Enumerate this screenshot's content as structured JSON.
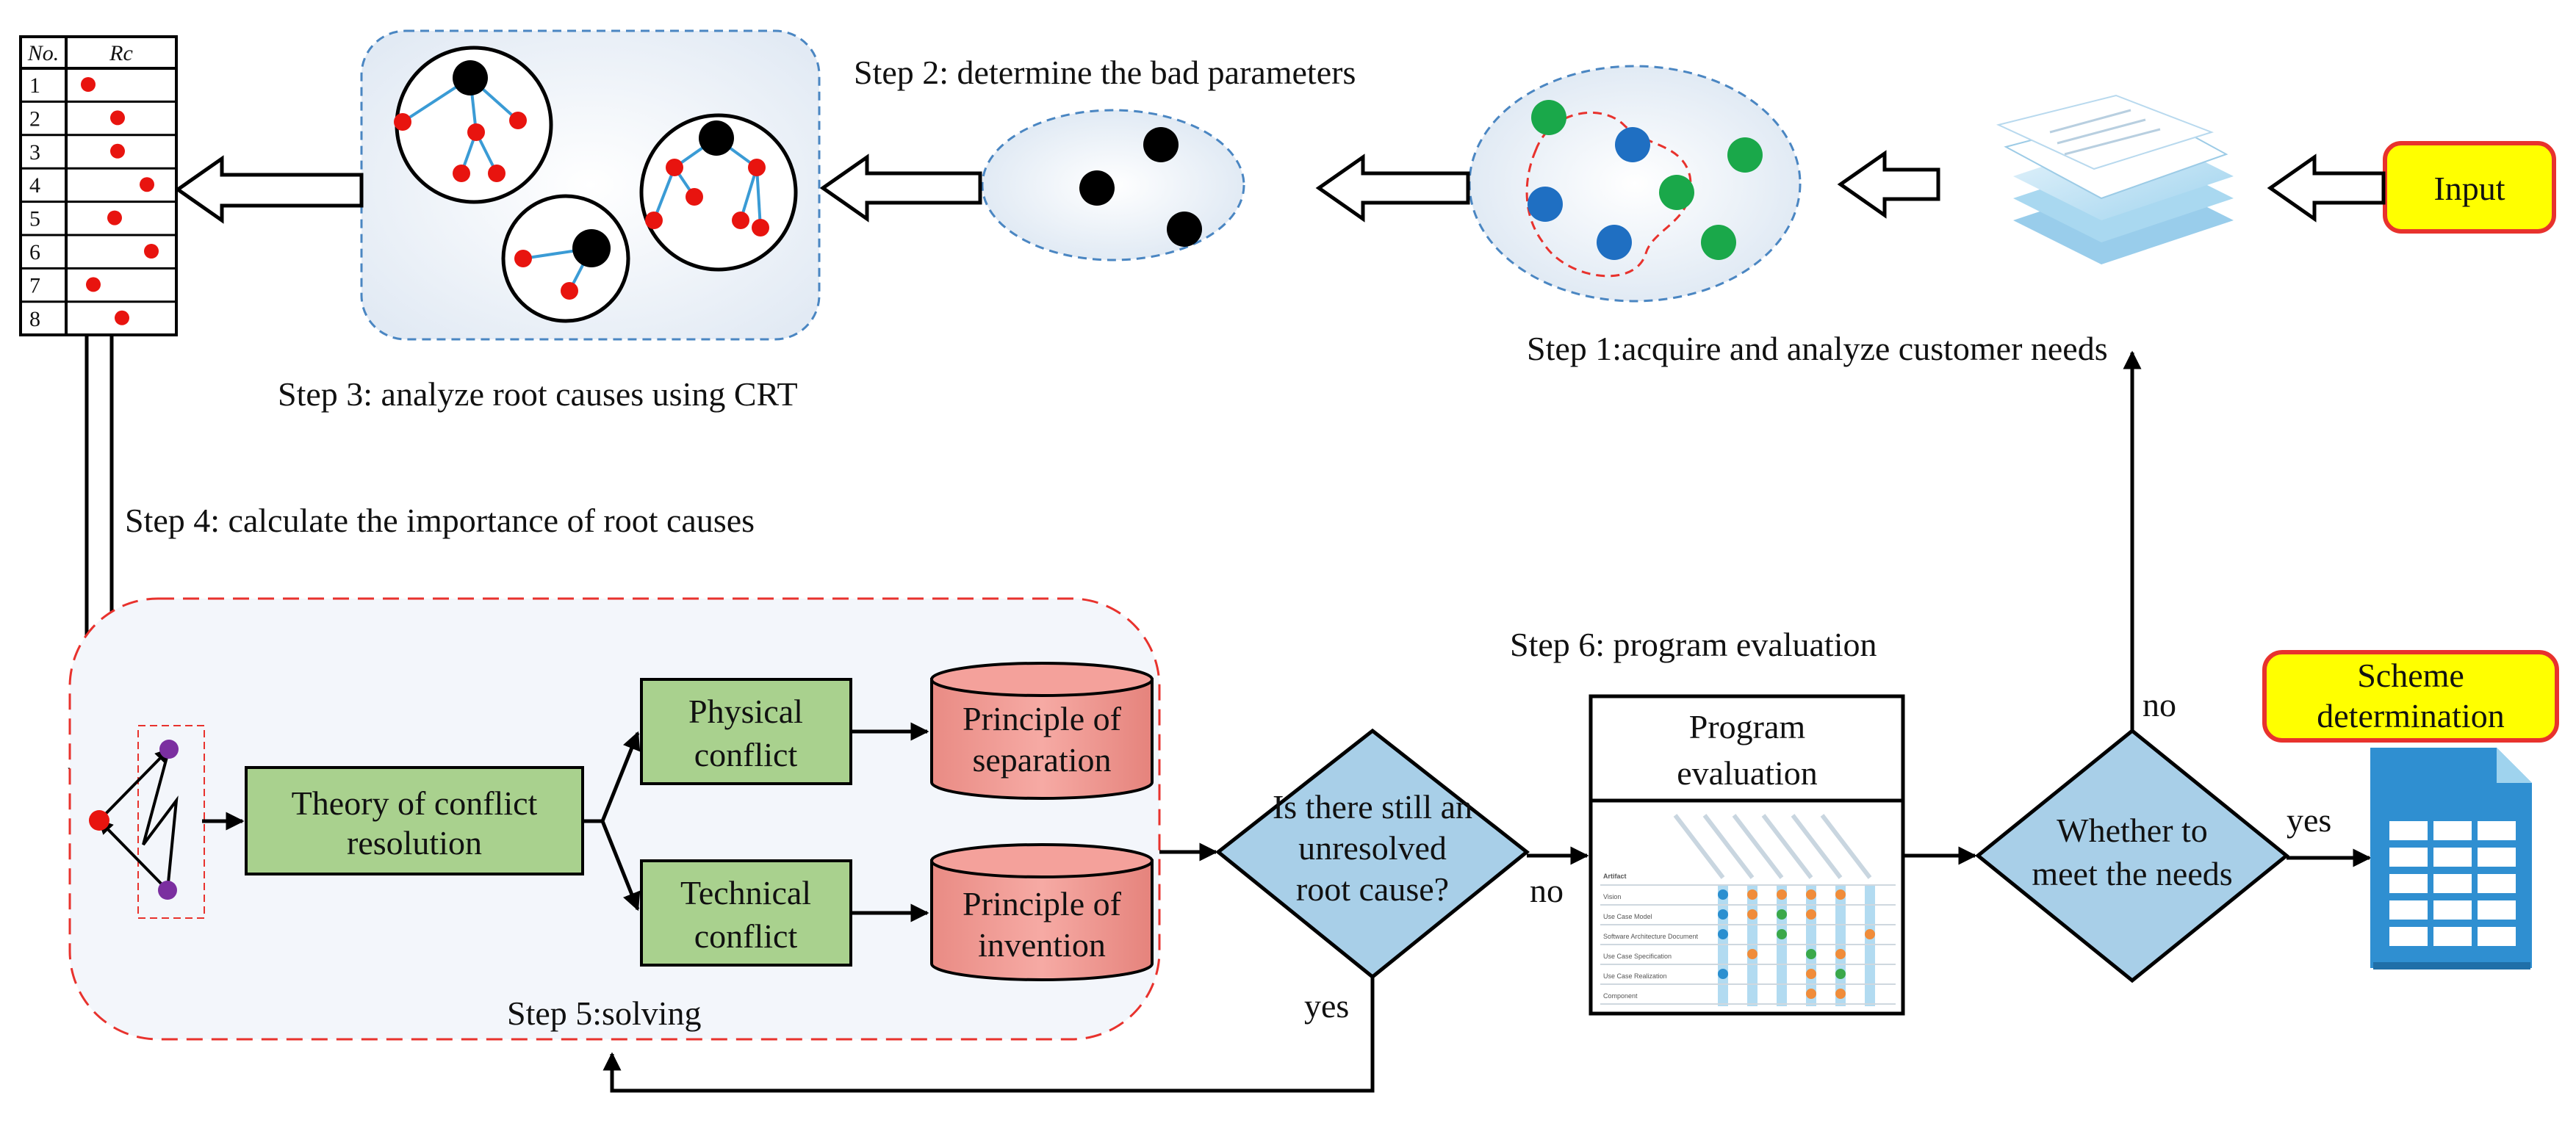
{
  "steps": {
    "step1": "Step 1:acquire and analyze customer needs",
    "step2": "Step 2: determine the bad parameters",
    "step3": "Step 3: analyze root causes using CRT",
    "step4": "Step 4: calculate the importance of root causes",
    "step5": "Step 5:solving",
    "step6": "Step 6: program evaluation"
  },
  "input_label": "Input",
  "scheme_label": [
    "Scheme",
    "determination"
  ],
  "table": {
    "headers": [
      "No.",
      "Rc"
    ],
    "rows": [
      "1",
      "2",
      "3",
      "4",
      "5",
      "6",
      "7",
      "8"
    ]
  },
  "boxes": {
    "theory": [
      "Theory of conflict",
      "resolution"
    ],
    "physical": [
      "Physical",
      "conflict"
    ],
    "technical": [
      "Technical",
      "conflict"
    ],
    "separation": [
      "Principle of",
      "separation"
    ],
    "invention": [
      "Principle of",
      "invention"
    ],
    "program_eval": [
      "Program",
      "evaluation"
    ]
  },
  "decisions": {
    "unresolved": [
      "Is there still an",
      "unresolved",
      "root cause?"
    ],
    "needs": [
      "Whether to",
      "meet the needs"
    ]
  },
  "edge_labels": {
    "no_unresolved": "no",
    "yes_unresolved": "yes",
    "no_needs": "no",
    "yes_needs": "yes"
  },
  "eval_table_rows": [
    "Artifact",
    "Vision",
    "Use Case Model",
    "Software Architecture Document",
    "Use Case Specification",
    "Use Case Realization",
    "Component"
  ],
  "colors": {
    "green_box": "#a9d18e",
    "red_cylinder": "#f4a19b",
    "blue_diamond": "#a8cfe8",
    "yellow_label": "#ffff00",
    "red_border": "#e8322d",
    "green_dot": "#1aa84a",
    "blue_dot": "#1f6fc2"
  }
}
